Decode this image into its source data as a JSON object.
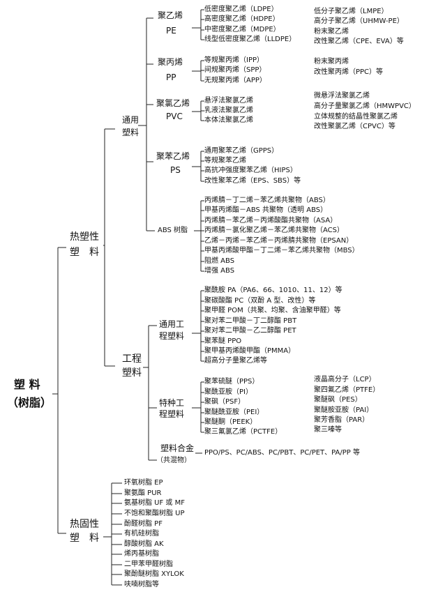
{
  "root": {
    "line1": "塑 料",
    "line2": "（树脂）"
  },
  "thermoplastic": {
    "label1": "热塑性",
    "label2": "塑　料",
    "general": {
      "label1": "通用",
      "label2": "塑料",
      "groups": [
        {
          "name": "聚乙烯",
          "abbr": "PE",
          "items": [
            "低密度聚乙烯（LDPE）",
            "高密度聚乙烯（HDPE）",
            "中密度聚乙烯（MDPE）",
            "线型低密度聚乙烯（LLDPE）"
          ],
          "extras": [
            "低分子聚乙烯（LMPE）",
            "高分子聚乙烯（UHMW-PE）",
            "粉末聚乙烯",
            "改性聚乙烯（CPE、EVA）等"
          ]
        },
        {
          "name": "聚丙烯",
          "abbr": "PP",
          "items": [
            "等规聚丙烯（IPP）",
            "间规聚丙烯（SPP）",
            "无规聚丙烯（APP）"
          ],
          "extras": [
            "粉末聚丙烯",
            "改性聚丙烯（PPC）等"
          ]
        },
        {
          "name": "聚氯乙烯",
          "abbr": "PVC",
          "items": [
            "悬浮法聚氯乙烯",
            "乳液法聚氯乙烯",
            "本体法聚氯乙烯"
          ],
          "extras": [
            "微悬浮法聚氯乙烯",
            "高分子量聚氯乙烯（HMWPVC）",
            "立体规整的结晶性聚氯乙烯",
            "改性聚氯乙烯（CPVC）等"
          ]
        },
        {
          "name": "聚苯乙烯",
          "abbr": "PS",
          "items": [
            "通用聚苯乙烯（GPPS）",
            "等规聚苯乙烯",
            "高抗冲强度聚苯乙烯（HIPS）",
            "改性聚苯乙烯（EPS、SBS）等"
          ]
        },
        {
          "name": "ABS 树脂",
          "items": [
            "丙烯腈－丁二烯－苯乙烯共聚物（ABS）",
            "甲基丙烯酯－ABS 共聚物（透明 ABS）",
            "丙烯腈－苯乙烯－丙烯酸酯共聚物（ASA）",
            "丙烯腈－氯化聚乙烯－苯乙烯共聚物（ACS）",
            "乙烯－丙烯－苯乙烯－丙烯腈共聚物（EPSAN）",
            "甲基丙烯酸甲酯－丁二烯－苯乙烯共聚物（MBS）",
            "阻燃 ABS",
            "增强 ABS"
          ]
        }
      ]
    },
    "engineering": {
      "label1": "工程",
      "label2": "塑料",
      "general": {
        "label1": "通用工",
        "label2": "程塑料",
        "items": [
          "聚酰胺 PA（PA6、66、1010、11、12）等",
          "聚碳酸酯 PC（双酚 A 型、改性）等",
          "聚甲醛 POM（共聚、均聚、含油聚甲醛）等",
          "聚对苯二甲酸－丁二醇酯 PBT",
          "聚对苯二甲酸－乙二醇酯 PET",
          "聚苯醚 PPO",
          "聚甲基丙烯酸甲酯（PMMA）",
          "超高分子量聚乙烯等"
        ]
      },
      "special": {
        "label1": "特种工",
        "label2": "程塑料",
        "items": [
          "聚苯硫醚（PPS）",
          "聚酰亚胺（PI）",
          "聚砜（PSF）",
          "聚醚酰亚胺（PEI）",
          "聚醚酮（PEEK）",
          "聚三氟氯乙烯（PCTFE）"
        ],
        "extras": [
          "液晶高分子（LCP）",
          "聚四氟乙烯（PTFE）",
          "聚醚砜（PES）",
          "聚醚胺亚胺（PAI）",
          "聚芳香脂（PAR）",
          "聚三嗪等"
        ]
      },
      "alloy": {
        "label1": "塑料合金",
        "label2": "（共混物）",
        "items": [
          "PPO/PS、PC/ABS、PC/PBT、PC/PET、PA/PP 等"
        ]
      }
    }
  },
  "thermoset": {
    "label1": "热固性",
    "label2": "塑　料",
    "items": [
      "环氧树脂 EP",
      "聚氨酯 PUR",
      "氨基树脂 UF 或 MF",
      "不饱和聚酯树脂 UP",
      "酚醛树脂 PF",
      "有机硅树脂",
      "醇酸树脂 AK",
      "烯丙基树脂",
      "二甲苯甲醛树脂",
      "聚酚醚树脂 XYLOK",
      "呋喃树脂等"
    ]
  }
}
